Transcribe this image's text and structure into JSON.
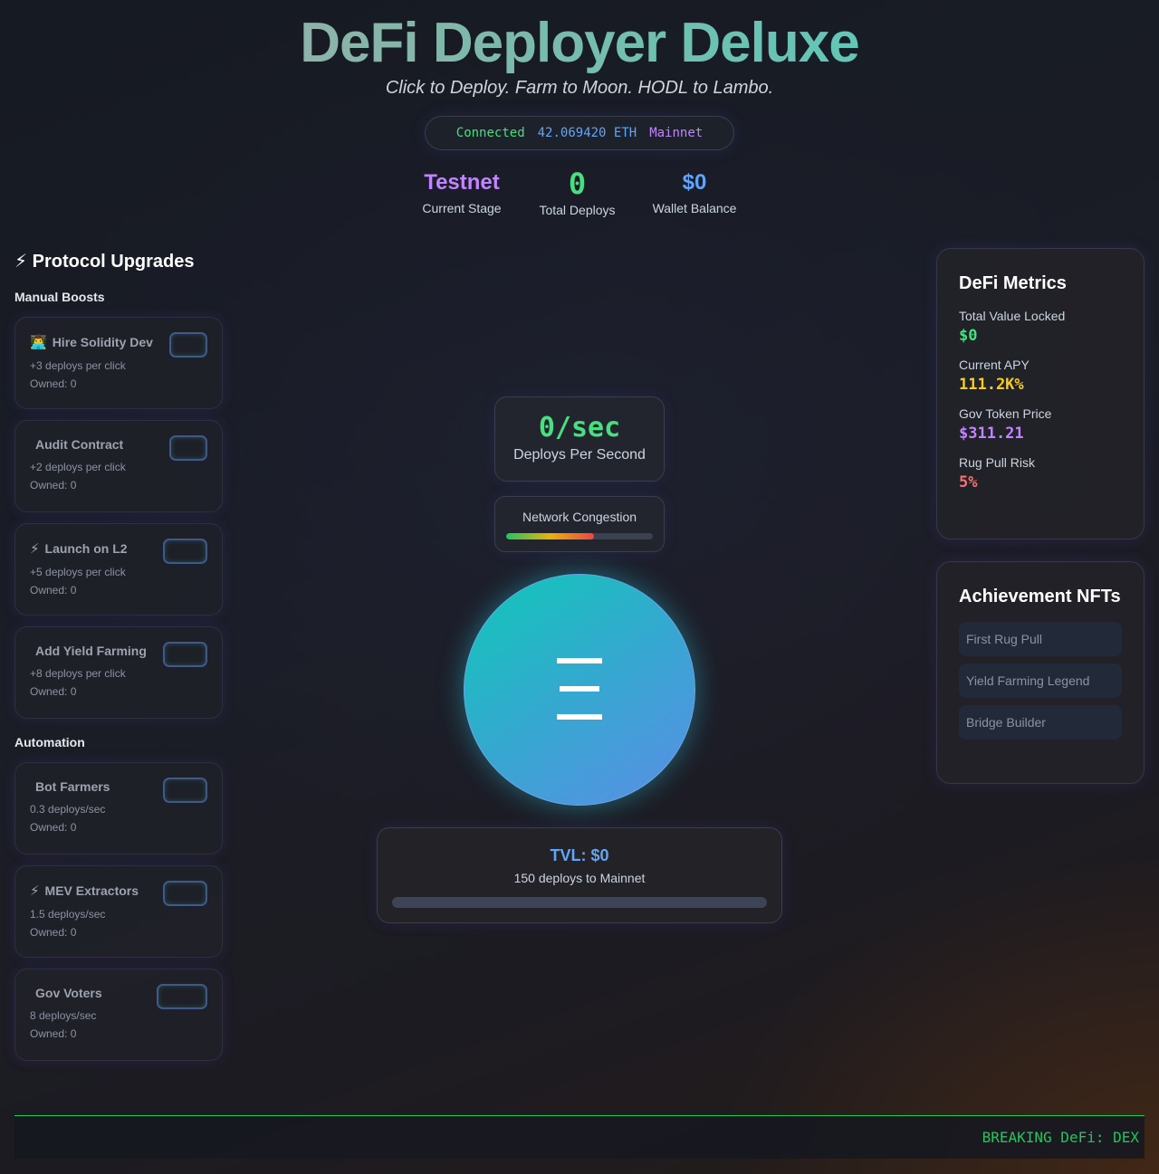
{
  "header": {
    "title": "DeFi Deployer Deluxe",
    "subtitle": "Click to Deploy. Farm to Moon. HODL to Lambo."
  },
  "wallet": {
    "status_icon": "",
    "status": "Connected",
    "balance": "42.069420 ETH",
    "network": "Mainnet"
  },
  "stats": {
    "stage_value": "Testnet",
    "stage_label": "Current Stage",
    "deploys_value": "0",
    "deploys_label": "Total Deploys ",
    "wallet_value": "$0",
    "wallet_label": "Wallet Balance"
  },
  "upgrades": {
    "title": "⚡ Protocol Upgrades",
    "manual_label": "Manual Boosts",
    "automation_label": "Automation",
    "manual": [
      {
        "icon": "👨‍💻",
        "name": "Hire Solidity Dev",
        "desc": "+3 deploys per click",
        "owned": "Owned: 0"
      },
      {
        "icon": "",
        "name": "Audit Contract",
        "desc": "+2 deploys per click",
        "owned": "Owned: 0"
      },
      {
        "icon": "⚡",
        "name": "Launch on L2",
        "desc": "+5 deploys per click",
        "owned": "Owned: 0"
      },
      {
        "icon": "",
        "name": "Add Yield Farming",
        "desc": "+8 deploys per click",
        "owned": "Owned: 0"
      }
    ],
    "automation": [
      {
        "icon": "",
        "name": "Bot Farmers",
        "desc": "0.3 deploys/sec",
        "owned": "Owned: 0"
      },
      {
        "icon": "⚡",
        "name": "MEV Extractors",
        "desc": "1.5 deploys/sec",
        "owned": "Owned: 0"
      },
      {
        "icon": "",
        "name": "Gov Voters",
        "desc": "8 deploys/sec",
        "owned": "Owned: 0"
      }
    ]
  },
  "center": {
    "dps_value": "0/sec",
    "dps_label": "Deploys Per Second",
    "congestion_label": " Network Congestion",
    "congestion_level": 0.6,
    "deploy_glyph": "Ξ",
    "tvl_value": "TVL: $0",
    "tvl_label": "150 deploys to Mainnet",
    "tvl_progress": 0.0
  },
  "metrics": {
    "title": " DeFi Metrics",
    "items": [
      {
        "label": "Total Value Locked",
        "value": "$0",
        "color": "#4ade80"
      },
      {
        "label": "Current APY",
        "value": "111.2K%",
        "color": "#facc15"
      },
      {
        "label": "Gov Token Price",
        "value": "$311.21",
        "color": "#c084fc"
      },
      {
        "label": "Rug Pull Risk",
        "value": "5%",
        "color": "#f87171"
      }
    ]
  },
  "achievements": {
    "title": " Achievement NFTs",
    "items": [
      " First Rug Pull",
      " Yield Farming Legend",
      " Bridge Builder"
    ]
  },
  "ticker": {
    "text": " BREAKING DeFi: DEX"
  }
}
